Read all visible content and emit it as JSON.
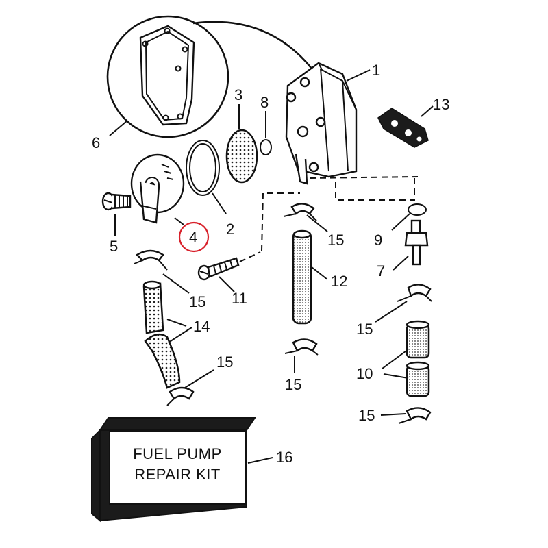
{
  "labels": {
    "p1": "1",
    "p2": "2",
    "p3": "3",
    "p4": "4",
    "p5": "5",
    "p6": "6",
    "p7": "7",
    "p8": "8",
    "p9": "9",
    "p10": "10",
    "p11": "11",
    "p12": "12",
    "p13": "13",
    "p14": "14",
    "p15a": "15",
    "p15b": "15",
    "p15c": "15",
    "p15d": "15",
    "p15e": "15",
    "p15f": "15",
    "p16": "16"
  },
  "kit": {
    "line1": "FUEL PUMP",
    "line2": "REPAIR KIT"
  },
  "highlight": {
    "part": "4",
    "color": "#d8202a"
  }
}
